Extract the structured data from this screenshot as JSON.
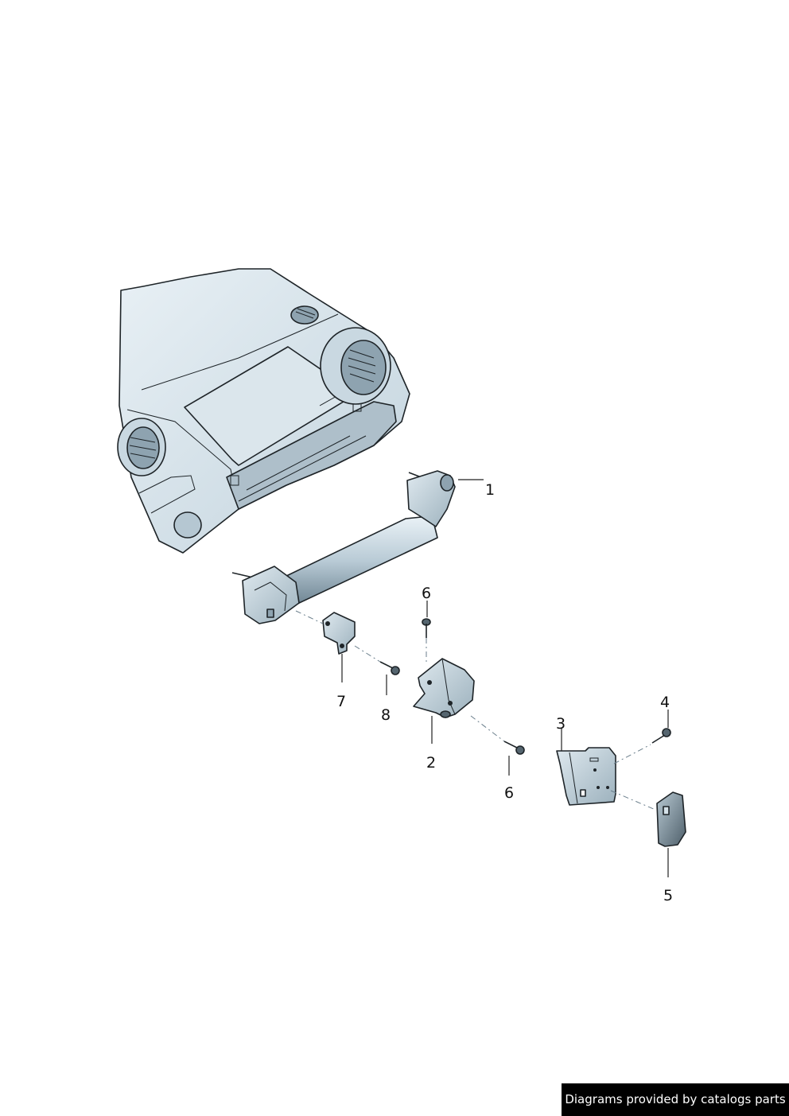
{
  "callouts": [
    {
      "id": "1",
      "label": "1"
    },
    {
      "id": "2",
      "label": "2"
    },
    {
      "id": "3",
      "label": "3"
    },
    {
      "id": "4",
      "label": "4"
    },
    {
      "id": "5",
      "label": "5"
    },
    {
      "id": "6a",
      "label": "6"
    },
    {
      "id": "6b",
      "label": "6"
    },
    {
      "id": "7",
      "label": "7"
    },
    {
      "id": "8",
      "label": "8"
    }
  ],
  "footer": {
    "credit": "Diagrams provided by catalogs parts"
  },
  "colors": {
    "metal": "#c9d9e2",
    "metal_dark": "#8fa4b1",
    "metal_light": "#e6eff4",
    "outline": "#1e2428"
  }
}
